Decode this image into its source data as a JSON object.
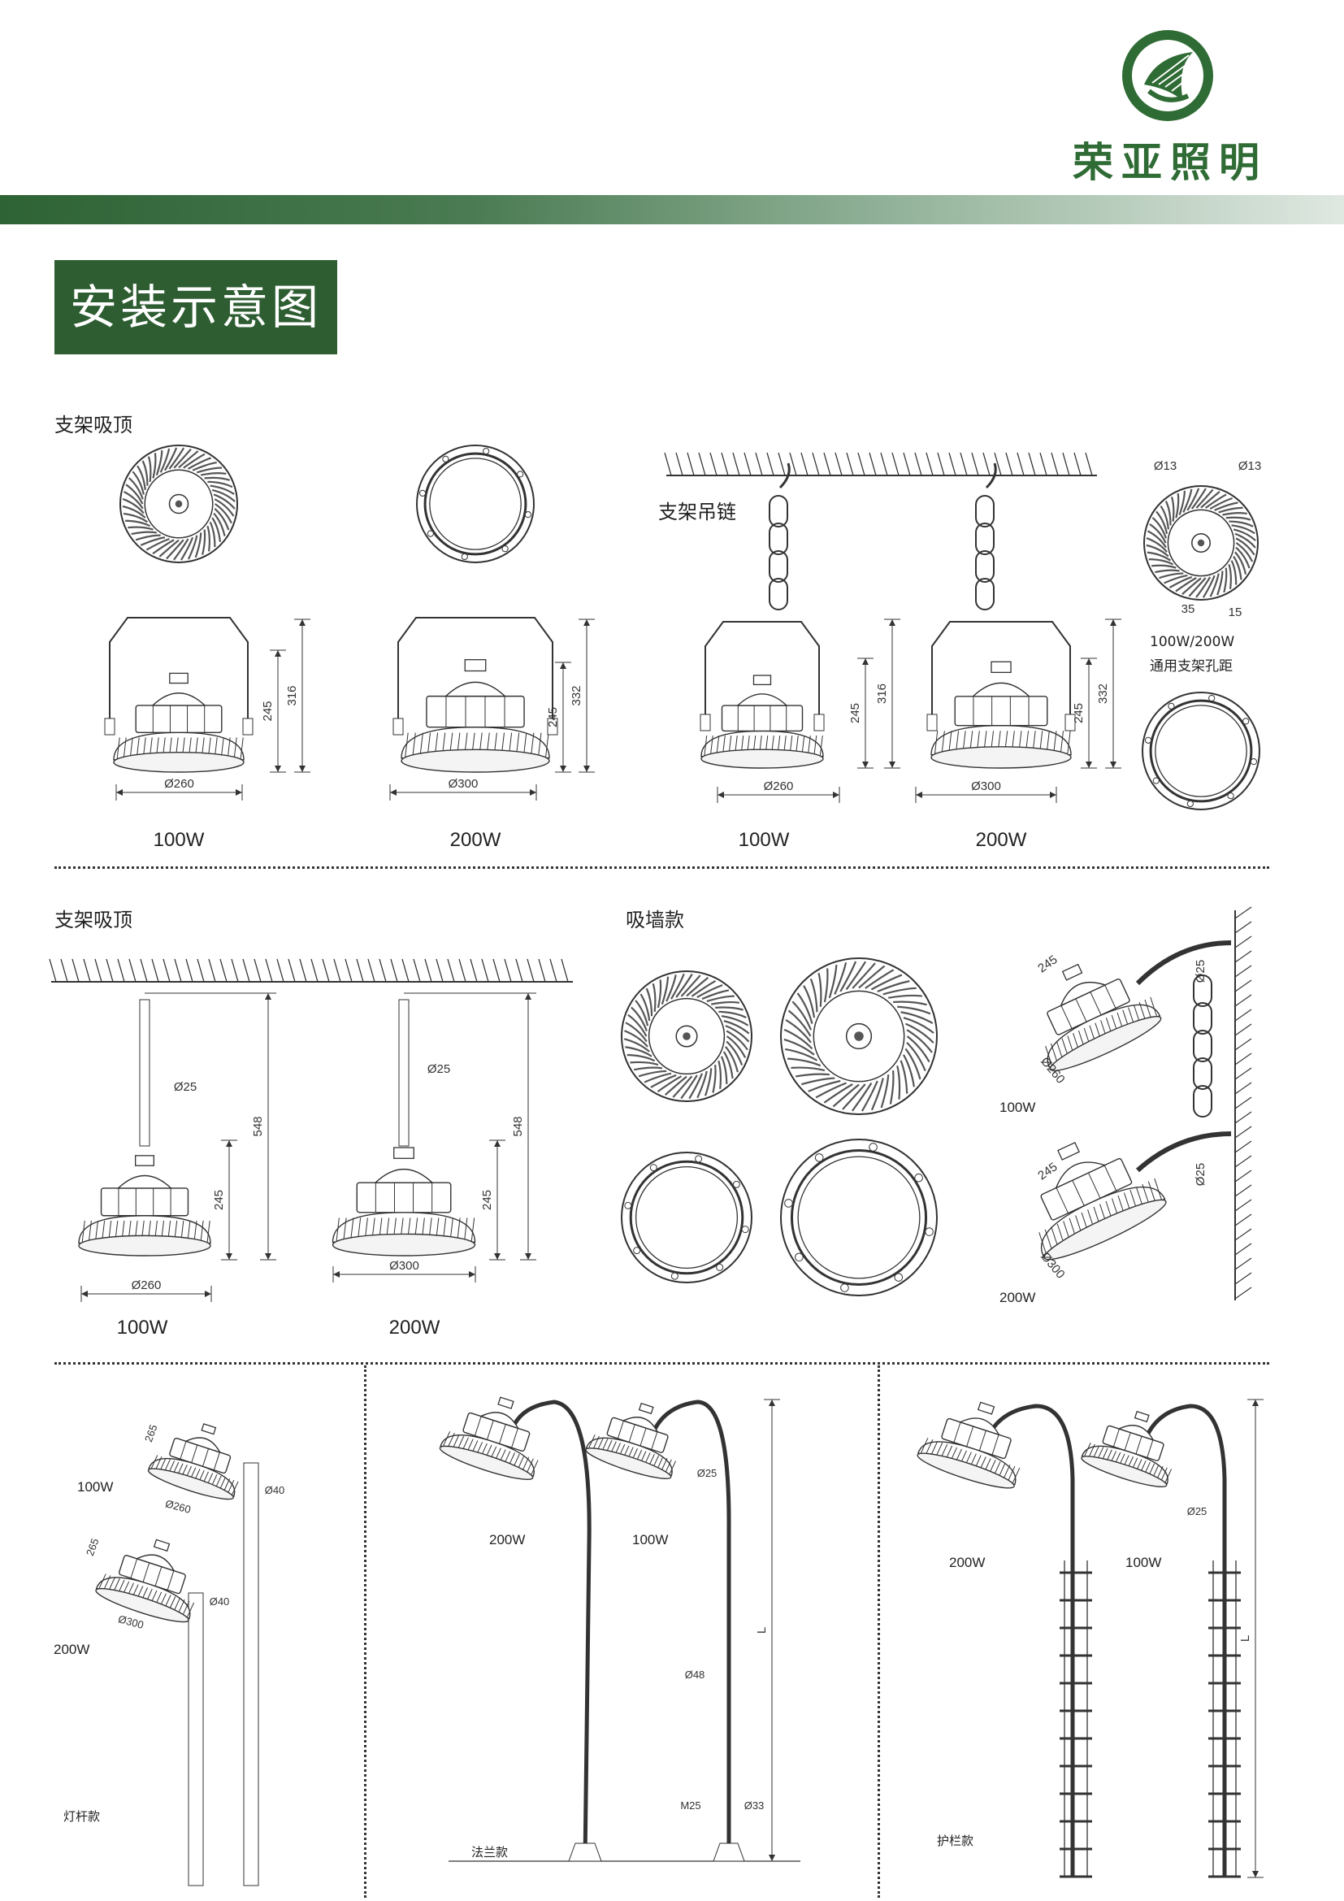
{
  "brand": {
    "name": "荣亚照明",
    "logo": "ry-logo-circle",
    "color": "#2f6b34"
  },
  "section_title": "安装示意图",
  "labels": {
    "bracket_ceiling": "支架吸顶",
    "bracket_chain": "支架吊链",
    "wall_mount": "吸墙款",
    "pole_type": "灯杆款",
    "flange_type": "法兰款",
    "guardrail_type": "护栏款",
    "hole_note_1": "100W/200W",
    "hole_note_2": "通用支架孔距"
  },
  "watts": {
    "w100": "100W",
    "w200": "200W"
  },
  "dims": {
    "d13": "Ø13",
    "d15": "15",
    "d35": "35",
    "d245": "245",
    "d316": "316",
    "d332": "332",
    "d260": "Ø260",
    "d300": "Ø300",
    "d25": "Ø25",
    "d548": "548",
    "d40": "Ø40",
    "d48": "Ø48",
    "d33": "Ø33",
    "m25": "M25",
    "d265": "265",
    "L": "L",
    "n260": "Ø260",
    "n300": "Ø300"
  }
}
